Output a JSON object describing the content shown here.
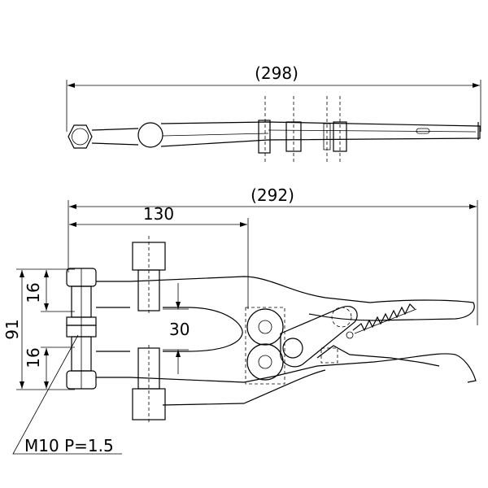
{
  "dimensions": {
    "top_overall": "(298)",
    "side_overall": "(292)",
    "reach": "130",
    "upper_pad": "16",
    "lower_pad": "16",
    "total_height": "91",
    "jaw_gap": "30",
    "thread": "M10 P=1.5"
  }
}
